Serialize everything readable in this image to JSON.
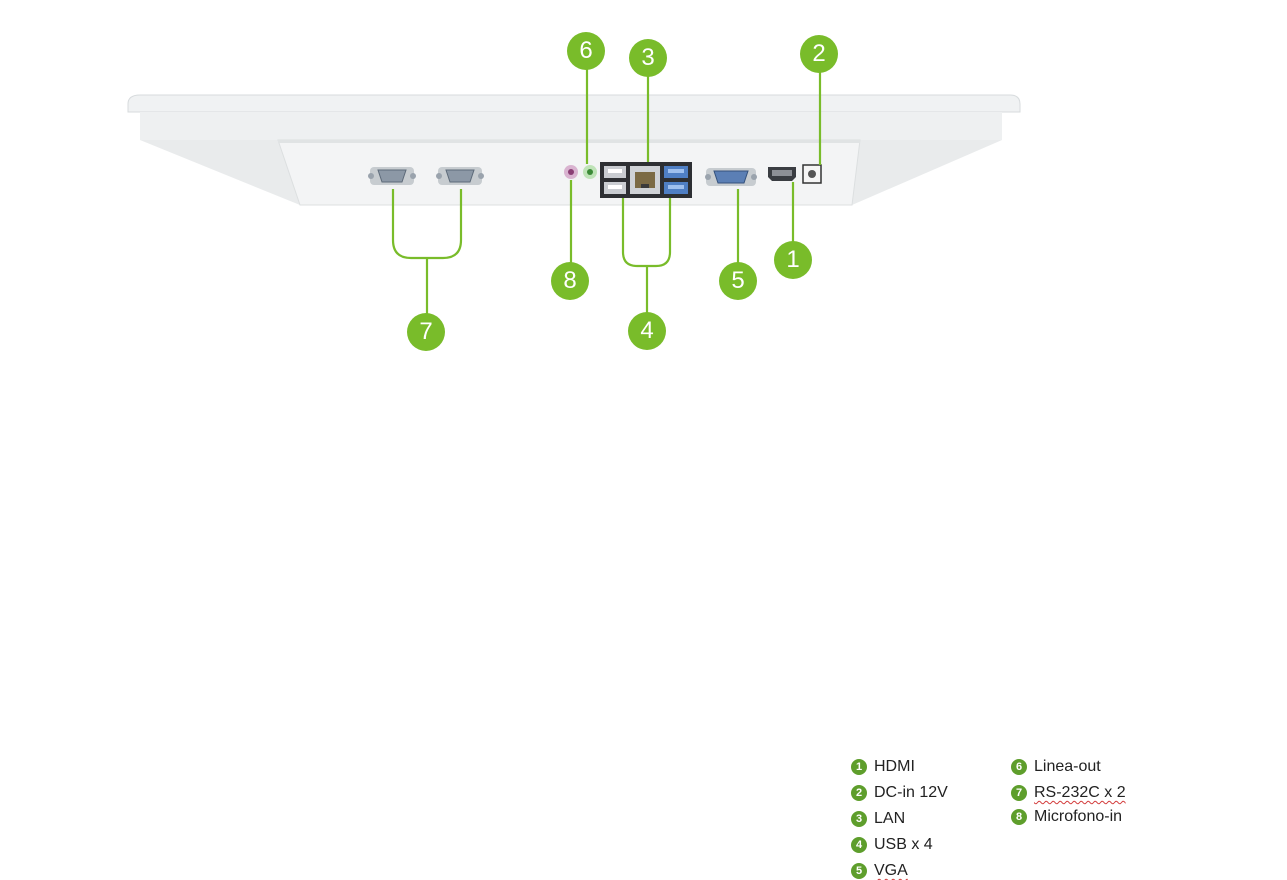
{
  "accent_color": "#79bc2a",
  "callouts": {
    "c1": "1",
    "c2": "2",
    "c3": "3",
    "c4": "4",
    "c5": "5",
    "c6": "6",
    "c7": "7",
    "c8": "8"
  },
  "legend": [
    {
      "num": "1",
      "label": "HDMI"
    },
    {
      "num": "2",
      "label": "DC-in 12V"
    },
    {
      "num": "3",
      "label": "LAN"
    },
    {
      "num": "4",
      "label": "USB x 4"
    },
    {
      "num": "5",
      "label": "VGA"
    },
    {
      "num": "6",
      "label": "Linea-out"
    },
    {
      "num": "7",
      "label": "RS-232C x 2"
    },
    {
      "num": "8",
      "label": "Microfono-in"
    }
  ]
}
